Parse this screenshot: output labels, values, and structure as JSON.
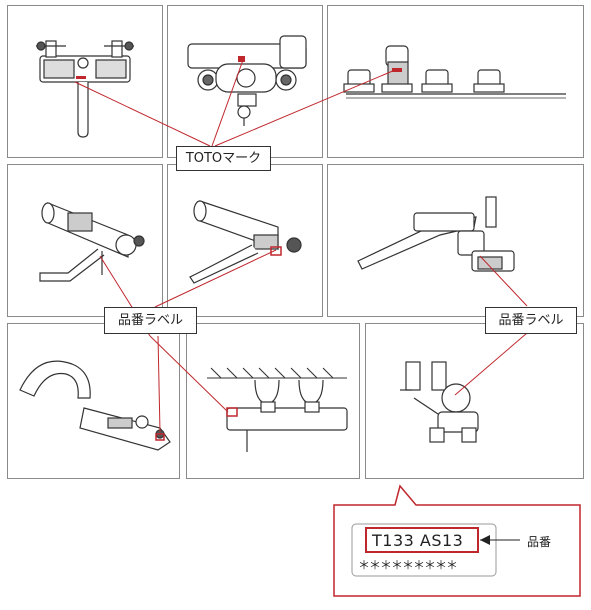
{
  "labels": {
    "toto_mark": "TOTOマーク",
    "label_left": "品番ラベル",
    "label_right": "品番ラベル"
  },
  "detail": {
    "model": "T133 AS13",
    "stars": "＊＊＊＊＊＊＊＊＊",
    "arrow_label": "品番"
  },
  "colors": {
    "accent": "#c0272d",
    "line": "#333333",
    "panel_border": "#8a8a8a"
  }
}
